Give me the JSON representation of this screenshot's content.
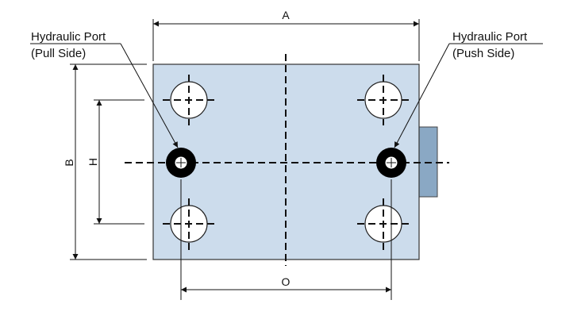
{
  "labels": {
    "pull_port": {
      "line1": "Hydraulic Port",
      "line2": "(Pull Side)"
    },
    "push_port": {
      "line1": "Hydraulic Port",
      "line2": "(Push Side)"
    }
  },
  "dimensions": {
    "A": "A",
    "B": "B",
    "H": "H",
    "O": "O"
  },
  "colors": {
    "body": "#ccdcec",
    "side_tab": "#8aa8c4",
    "outline": "#333333"
  }
}
